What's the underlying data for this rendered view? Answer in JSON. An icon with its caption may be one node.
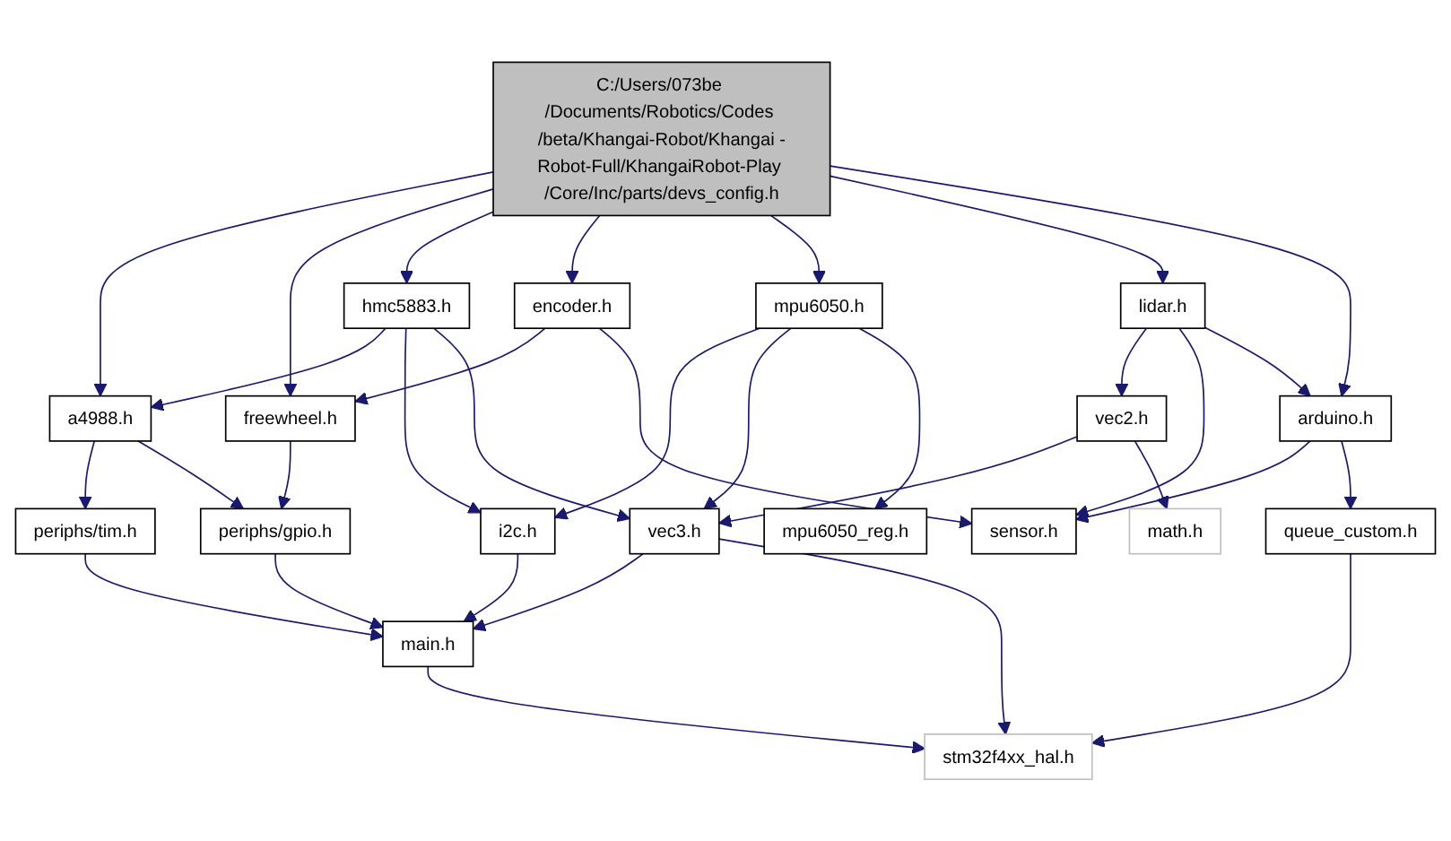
{
  "diagram": {
    "nodes": [
      {
        "text": [
          "C:/Users/073be /Documents/Robotics/Codes /beta/Khangai-Robot/Khangai -Robot-Full/KhangaiRobot-Play /Core/Inc/parts/devs_config.h"
        ]
      },
      {
        "text": [
          "hmc5883.h"
        ]
      },
      {
        "text": [
          "encoder.h"
        ]
      },
      {
        "text": [
          "mpu6050.h"
        ]
      },
      {
        "text": [
          "lidar.h"
        ]
      },
      {
        "text": [
          "a4988.h"
        ]
      },
      {
        "text": [
          "freewheel.h"
        ]
      },
      {
        "text": [
          "i2c.h"
        ]
      },
      {
        "text": [
          "mpu6050_reg.h"
        ]
      },
      {
        "text": [
          "vec2.h"
        ]
      },
      {
        "text": [
          "arduino.h"
        ]
      },
      {
        "text": [
          "periphs/tim.h"
        ]
      },
      {
        "text": [
          "periphs/gpio.h"
        ]
      },
      {
        "text": [
          "vec3.h"
        ]
      },
      {
        "text": [
          "math.h"
        ]
      },
      {
        "text": [
          "sensor.h"
        ]
      },
      {
        "text": [
          "main.h"
        ]
      },
      {
        "text": [
          "queue_custom.h"
        ]
      },
      {
        "text": [
          "stm32f4xx_hal.h"
        ]
      }
    ],
    "edges": [
      {
        "from": 0,
        "to": 5,
        "arrow": "to"
      },
      {
        "from": 0,
        "to": 6,
        "arrow": "to"
      },
      {
        "from": 0,
        "to": 1,
        "arrow": "to"
      },
      {
        "from": 0,
        "to": 2,
        "arrow": "to"
      },
      {
        "from": 0,
        "to": 3,
        "arrow": "to"
      },
      {
        "from": 0,
        "to": 4,
        "arrow": "to"
      },
      {
        "from": 0,
        "to": 10,
        "arrow": "to"
      },
      {
        "from": 1,
        "to": 5,
        "arrow": "to"
      },
      {
        "from": 1,
        "to": 7,
        "arrow": "to"
      },
      {
        "from": 1,
        "to": 13,
        "arrow": "to"
      },
      {
        "from": 2,
        "to": 6,
        "arrow": "to"
      },
      {
        "from": 2,
        "to": 15,
        "arrow": "to"
      },
      {
        "from": 3,
        "to": 7,
        "arrow": "to"
      },
      {
        "from": 3,
        "to": 13,
        "arrow": "to"
      },
      {
        "from": 3,
        "to": 8,
        "arrow": "to"
      },
      {
        "from": 4,
        "to": 9,
        "arrow": "to"
      },
      {
        "from": 4,
        "to": 15,
        "arrow": "to"
      },
      {
        "from": 4,
        "to": 10,
        "arrow": "to"
      },
      {
        "from": 5,
        "to": 11,
        "arrow": "to"
      },
      {
        "from": 5,
        "to": 12,
        "arrow": "to"
      },
      {
        "from": 6,
        "to": 12,
        "arrow": "to"
      },
      {
        "from": 7,
        "to": 16,
        "arrow": "to"
      },
      {
        "from": 9,
        "to": 13,
        "arrow": "to"
      },
      {
        "from": 9,
        "to": 14,
        "arrow": "to"
      },
      {
        "from": 10,
        "to": 15,
        "arrow": "to"
      },
      {
        "from": 10,
        "to": 17,
        "arrow": "to"
      },
      {
        "from": 11,
        "to": 16,
        "arrow": "to"
      },
      {
        "from": 12,
        "to": 16,
        "arrow": "to"
      },
      {
        "from": 13,
        "to": 16,
        "arrow": "to"
      },
      {
        "from": 13,
        "to": 18,
        "arrow": "to"
      },
      {
        "from": 16,
        "to": 18,
        "arrow": "to"
      },
      {
        "from": 17,
        "to": 18,
        "arrow": "to"
      }
    ]
  }
}
